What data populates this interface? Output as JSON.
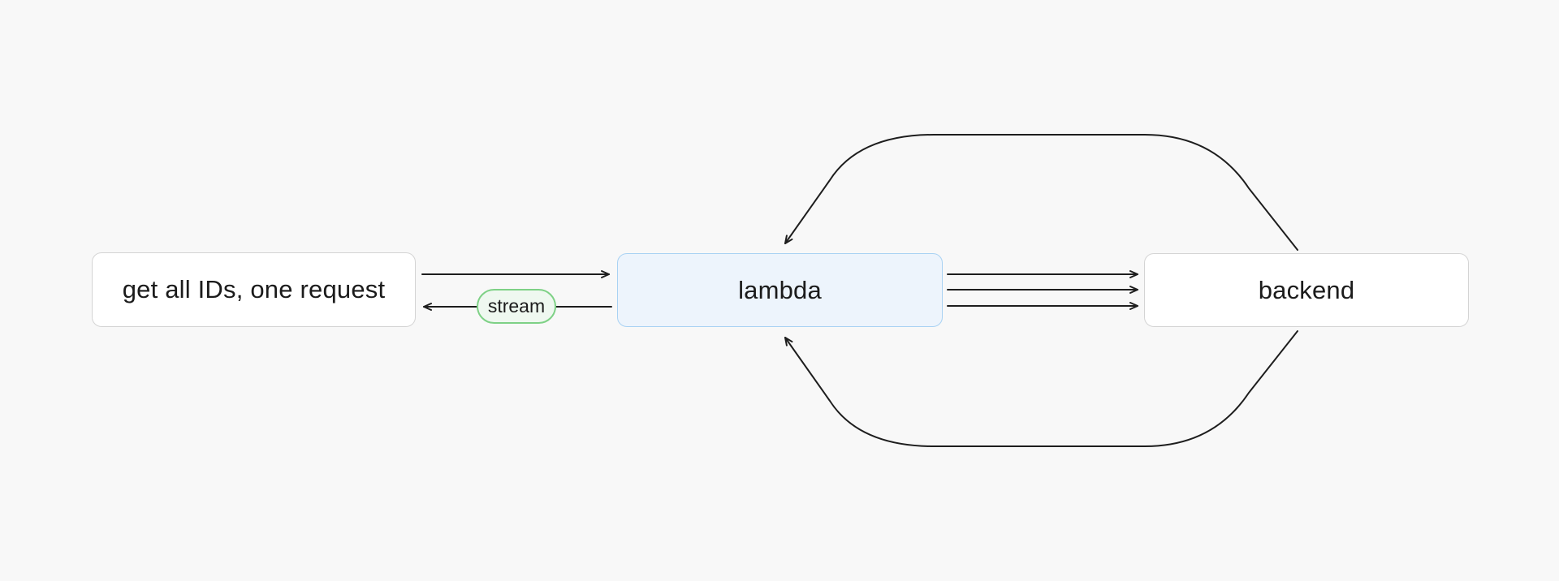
{
  "diagram": {
    "nodes": [
      {
        "id": "request",
        "label": "get all IDs, one request"
      },
      {
        "id": "lambda",
        "label": "lambda"
      },
      {
        "id": "backend",
        "label": "backend"
      }
    ],
    "stream_label": "stream",
    "edges": [
      {
        "from": "request",
        "to": "lambda",
        "style": "straight-arrow"
      },
      {
        "from": "lambda",
        "to": "request",
        "style": "straight-arrow",
        "label": "stream"
      },
      {
        "from": "lambda",
        "to": "backend",
        "style": "straight-arrow",
        "parallel_count": 3
      },
      {
        "from": "backend",
        "to": "lambda",
        "style": "curved-arrow",
        "route": "over-top"
      },
      {
        "from": "backend",
        "to": "lambda",
        "style": "curved-arrow",
        "route": "under-bottom"
      }
    ]
  },
  "colors": {
    "canvas-bg": "#f8f8f8",
    "node-bg": "#ffffff",
    "node-border": "#d4d4d4",
    "lambda-bg": "#edf4fc",
    "lambda-border": "#a9d2f3",
    "stream-bg": "#eff8f0",
    "stream-border": "#7ed186",
    "line": "#1e1e1e",
    "text": "#1b1b1b"
  }
}
